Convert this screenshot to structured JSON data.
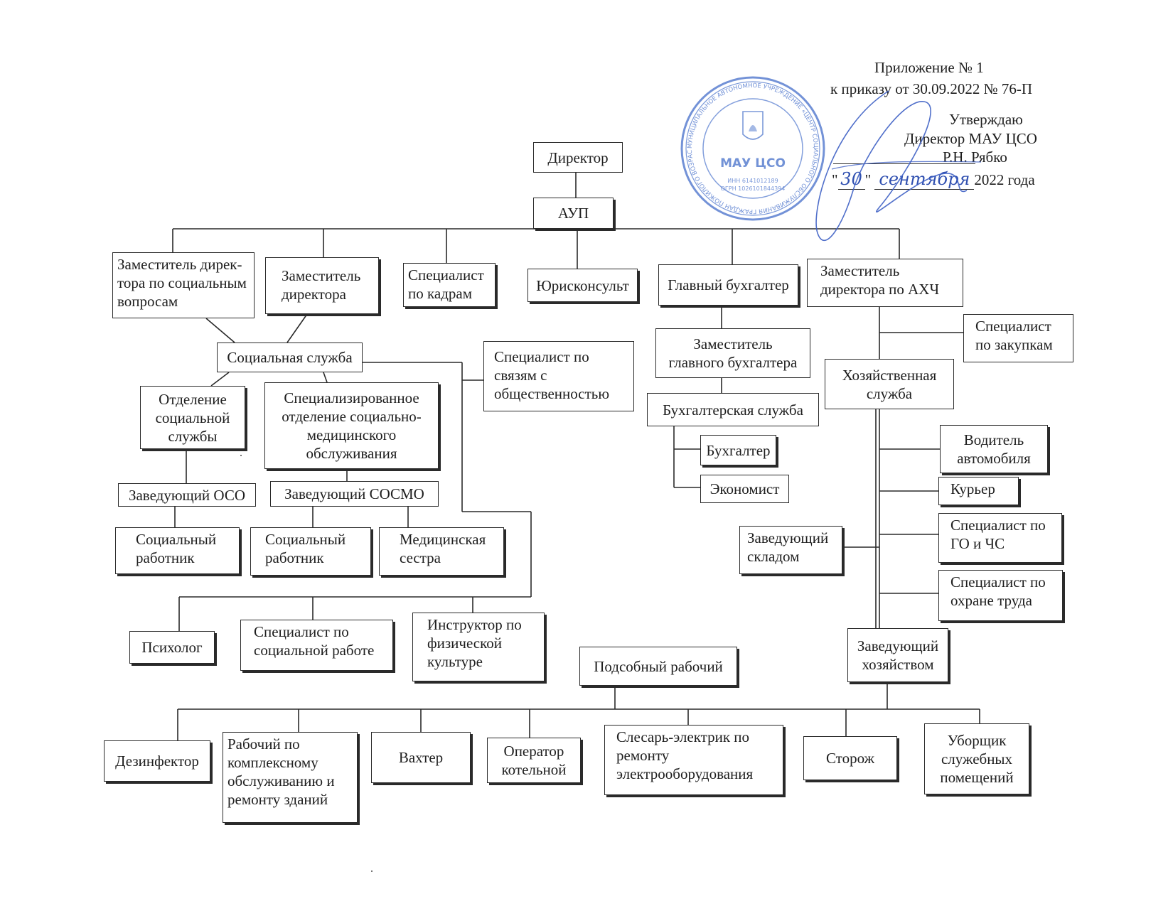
{
  "header": {
    "appendix": "Приложение № 1",
    "order": "к приказу от 30.09.2022 № 76-П",
    "approve": "Утверждаю",
    "director_title": "Директор МАУ ЦСО",
    "director_name": "Р.Н. Рябко",
    "date_quote_open": "\"",
    "date_day": "30",
    "date_quote_close": "\"",
    "date_month": "сентября",
    "date_year": "2022 года"
  },
  "stamp": {
    "center": "МАУ ЦСО",
    "ring_text": "МУНИЦИПАЛЬНОЕ АВТОНОМНОЕ УЧРЕЖДЕНИЕ «ЦЕНТР СОЦИАЛЬНОГО ОБСЛУЖИВАНИЯ ГРАЖДАН ПОЖИЛОГО ВОЗРАСТА И ИНВАЛИДОВ ГОРОДА БАТАЙСКА»",
    "inn": "ИНН 6141012189",
    "ogrn": "ОГРН 1026101844394",
    "ink_color": "#5a7fd0"
  },
  "org": {
    "director": "Директор",
    "aup": "АУП",
    "deputy_social": "Заместитель дирек-\nтора по социальным\nвопросам",
    "deputy": "Заместитель\nдиректора",
    "hr": "Специалист\nпо кадрам",
    "lawyer": "Юрисконсульт",
    "chief_accountant": "Главный бухгалтер",
    "deputy_ahch": "Заместитель\nдиректора по АХЧ",
    "social_service": "Социальная служба",
    "pr": "Специалист по\nсвязям с\nобщественностью",
    "deputy_chief_accountant": "Заместитель\nглавного бухгалтера",
    "procurement": "Специалист\nпо закупкам",
    "economic_service": "Хозяйственная\nслужба",
    "dept_social": "Отделение\nсоциальной\nслужбы",
    "dept_medical": "Специализированное\nотделение социально-\nмедицинского\nобслуживания",
    "accounting": "Бухгалтерская служба",
    "accountant": "Бухгалтер",
    "economist": "Экономист",
    "driver": "Водитель\nавтомобиля",
    "courier": "Курьер",
    "head_oso": "Заведующий ОСО",
    "head_sosmo": "Заведующий СОСМО",
    "warehouse_head": "Заведующий\nскладом",
    "go_chs": "Специалист по\nГО и ЧС",
    "social_worker_1": "Социальный\nработник",
    "social_worker_2": "Социальный\nработник",
    "nurse": "Медицинская\nсестра",
    "labor_safety": "Специалист по\nохране труда",
    "psychologist": "Психолог",
    "social_work_specialist": "Специалист по\nсоциальной работе",
    "pe_instructor": "Инструктор по\nфизической\nкультуре",
    "aux_worker": "Подсобный рабочий",
    "household_head": "Заведующий\nхозяйством",
    "disinfector": "Дезинфектор",
    "building_worker": "Рабочий по\nкомплексному\nобслуживанию и\nремонту зданий",
    "watchman": "Вахтер",
    "boiler_operator": "Оператор\nкотельной",
    "electrician": "Слесарь-электрик по\nремонту\nэлектрооборудования",
    "guard": "Сторож",
    "cleaner": "Уборщик\nслужебных\nпомещений"
  }
}
